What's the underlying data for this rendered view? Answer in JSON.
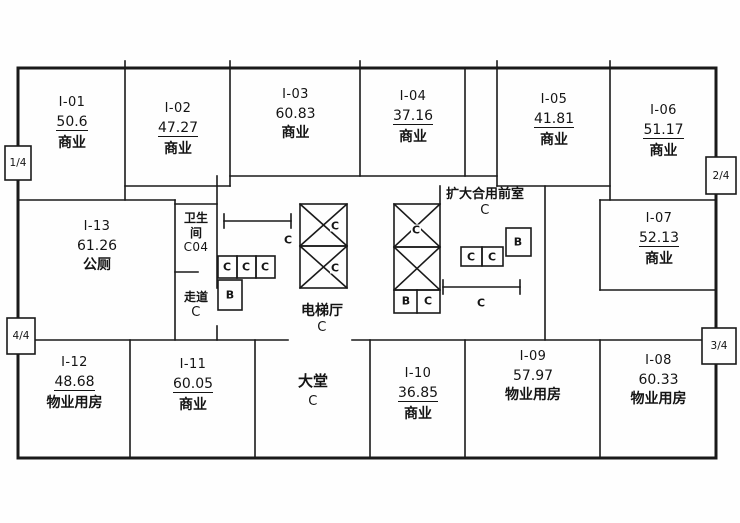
{
  "drawing": {
    "background": "#ffffff",
    "ink_color": "#1a1a1a"
  },
  "rooms": {
    "i01": {
      "id": "I-01",
      "area": "50.6",
      "type": "商业"
    },
    "i02": {
      "id": "I-02",
      "area": "47.27",
      "type": "商业"
    },
    "i03": {
      "id": "I-03",
      "area": "60.83",
      "type": "商业"
    },
    "i04": {
      "id": "I-04",
      "area": "37.16",
      "type": "商业"
    },
    "i05": {
      "id": "I-05",
      "area": "41.81",
      "type": "商业"
    },
    "i06": {
      "id": "I-06",
      "area": "51.17",
      "type": "商业"
    },
    "i07": {
      "id": "I-07",
      "area": "52.13",
      "type": "商业"
    },
    "i08": {
      "id": "I-08",
      "area": "60.33",
      "type": "物业用房"
    },
    "i09": {
      "id": "I-09",
      "area": "57.97",
      "type": "物业用房"
    },
    "i10": {
      "id": "I-10",
      "area": "36.85",
      "type": "商业"
    },
    "i11": {
      "id": "I-11",
      "area": "60.05",
      "type": "商业"
    },
    "i12": {
      "id": "I-12",
      "area": "48.68",
      "type": "物业用房"
    },
    "i13": {
      "id": "I-13",
      "area": "61.26",
      "type": "公厕"
    }
  },
  "spaces": {
    "restroom": {
      "line1": "卫生",
      "line2": "间",
      "code": "C04"
    },
    "corridor": {
      "name": "走道",
      "code": "C"
    },
    "elevator_hall": {
      "name": "电梯厅",
      "code": "C"
    },
    "lobby": {
      "name": "大堂",
      "code": "C"
    },
    "front_room": {
      "name": "扩大合用前室",
      "code": "C"
    }
  },
  "markers": {
    "top_left": "1/4",
    "top_right": "2/4",
    "bottom_left": "4/4",
    "bottom_right": "3/4"
  },
  "labels": {
    "c": "C",
    "b": "B"
  }
}
